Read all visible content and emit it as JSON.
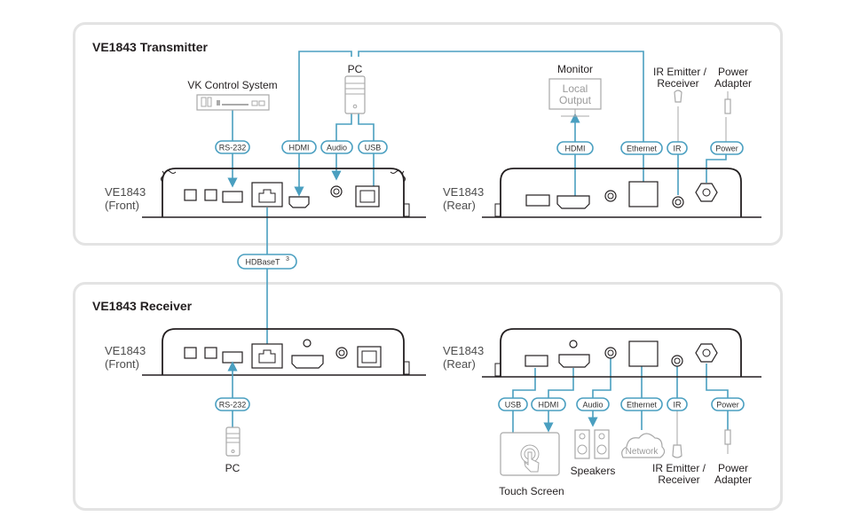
{
  "transmitter": {
    "title": "VE1843 Transmitter",
    "front_label_line1": "VE1843",
    "front_label_line2": "(Front)",
    "rear_label_line1": "VE1843",
    "rear_label_line2": "(Rear)",
    "devices": {
      "vk_control": "VK Control System",
      "pc": "PC",
      "monitor": "Monitor",
      "monitor_screen_line1": "Local",
      "monitor_screen_line2": "Output",
      "ir_line1": "IR Emitter /",
      "ir_line2": "Receiver",
      "power_line1": "Power",
      "power_line2": "Adapter"
    },
    "front_ports": [
      "RS-232",
      "HDMI",
      "Audio",
      "USB"
    ],
    "rear_ports": [
      "HDMI",
      "Ethernet",
      "IR",
      "Power"
    ]
  },
  "link": {
    "label": "HDBaseT",
    "superscript": "3"
  },
  "receiver": {
    "title": "VE1843 Receiver",
    "front_label_line1": "VE1843",
    "front_label_line2": "(Front)",
    "rear_label_line1": "VE1843",
    "rear_label_line2": "(Rear)",
    "devices": {
      "pc": "PC",
      "touch_screen": "Touch Screen",
      "speakers": "Speakers",
      "network": "Network",
      "ir_line1": "IR Emitter /",
      "ir_line2": "Receiver",
      "power_line1": "Power",
      "power_line2": "Adapter"
    },
    "front_ports": [
      "RS-232"
    ],
    "rear_ports": [
      "USB",
      "HDMI",
      "Audio",
      "Ethernet",
      "IR",
      "Power"
    ]
  },
  "colors": {
    "cable": "#4a9fc0",
    "panel_border": "#e3e3e3",
    "device_gray": "#a8a8a8"
  },
  "icons": [
    "pc-tower-icon",
    "control-system-icon",
    "monitor-icon",
    "ir-emitter-icon",
    "power-adapter-icon",
    "touch-screen-icon",
    "speakers-icon",
    "network-cloud-icon",
    "rj45-port-icon",
    "hdmi-port-icon",
    "audio-jack-icon",
    "usb-b-port-icon",
    "usb-a-port-icon",
    "dc-power-port-icon",
    "terminal-block-icon"
  ]
}
